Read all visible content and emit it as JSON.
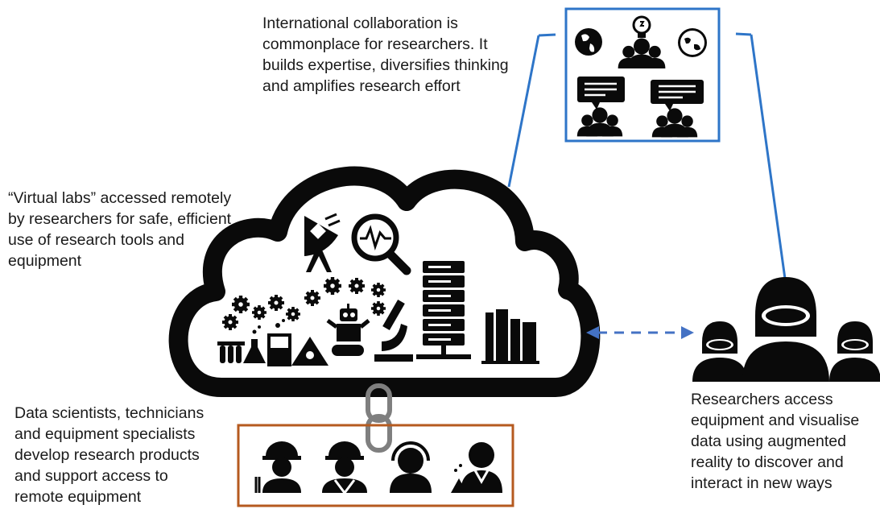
{
  "texts": {
    "collab": "International collaboration is\ncommonplace for researchers. It\nbuilds expertise, diversifies thinking\nand amplifies research effort",
    "virtual_labs": "“Virtual labs” accessed remotely\nby researchers for safe, efficient\nuse of research tools and\nequipment",
    "data_scientists": "Data scientists, technicians\nand equipment specialists\ndevelop research products\nand support access to\nremote equipment",
    "researchers": "Researchers access\nequipment and visualise\ndata using augmented\nreality to discover and\ninteract in new ways"
  },
  "colors": {
    "ink": "#0a0a0a",
    "blue": "#2e75c8",
    "dashed_blue": "#4472c4",
    "orange": "#b55a1f",
    "chain": "#7f7f7f"
  },
  "icons": [
    "globe-icon",
    "lightbulb-icon",
    "people-icon",
    "speech-bubble-icon",
    "satellite-dish-icon",
    "magnifier-icon",
    "gears-icon",
    "robot-icon",
    "microscope-icon",
    "server-rack-icon",
    "books-icon",
    "test-tubes-icon",
    "flask-icon",
    "beaker-icon",
    "biohazard-icon",
    "chain-icon",
    "worker-icon",
    "headset-icon",
    "scientist-icon",
    "vr-headset-icon"
  ]
}
